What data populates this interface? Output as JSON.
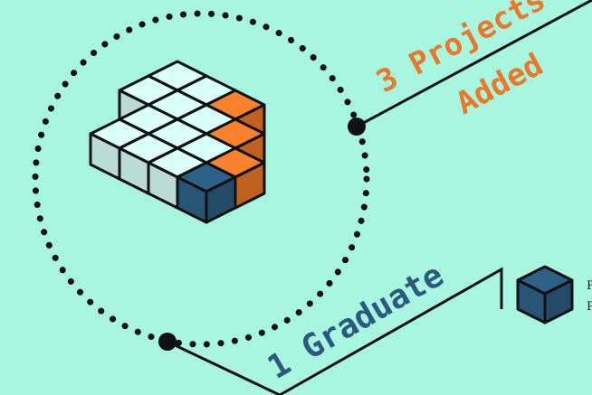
{
  "colors": {
    "background": "#a8f5e0",
    "existing": "#c8ece6",
    "added": "#e8782a",
    "graduate": "#2b5a7e",
    "stroke": "#111111"
  },
  "annotations": {
    "projects_added_line1": "3 Projects",
    "projects_added_line2": "Added",
    "graduate": "1 Graduate"
  },
  "legend": {
    "line1": "P",
    "line2": "P"
  },
  "grid": {
    "existing_count": 11,
    "added_count": 3,
    "graduate_count": 1
  }
}
